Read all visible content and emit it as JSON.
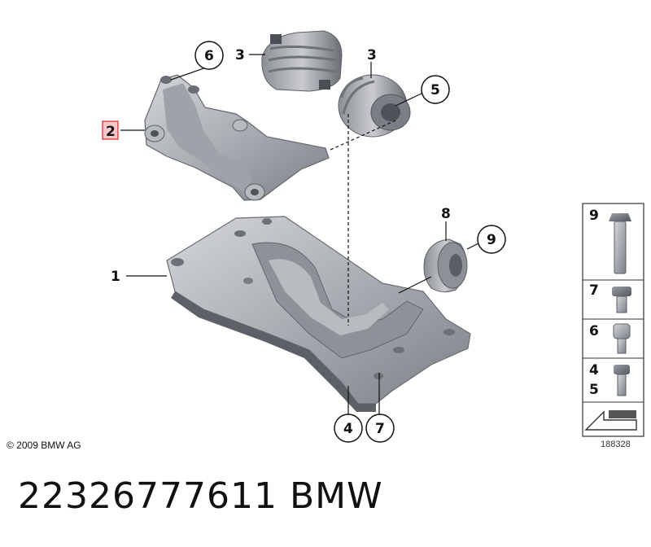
{
  "diagram": {
    "callouts": {
      "c1": "1",
      "c2": "2",
      "c3a": "3",
      "c3b": "3",
      "c4": "4",
      "c5": "5",
      "c6": "6",
      "c7": "7",
      "c8": "8",
      "c9": "9"
    },
    "legend": [
      "9",
      "7",
      "6",
      "4",
      "5"
    ],
    "highlight_color": "#e03030"
  },
  "copyright": "© 2009 BMW AG",
  "diagram_number": "188328",
  "part_number": "22326777611",
  "brand": "BMW"
}
